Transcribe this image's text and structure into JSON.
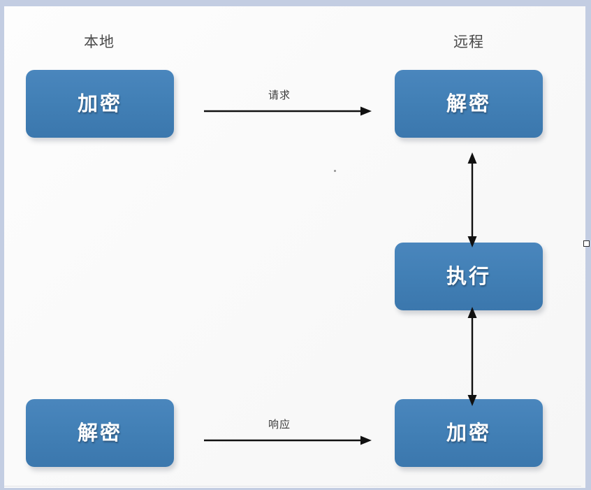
{
  "diagram": {
    "title_columns": [
      {
        "id": "local",
        "label": "本地"
      },
      {
        "id": "remote",
        "label": "远程"
      }
    ],
    "nodes": [
      {
        "id": "local-encrypt",
        "label": "加密",
        "column": "local",
        "row": "top"
      },
      {
        "id": "remote-decrypt",
        "label": "解密",
        "column": "remote",
        "row": "top"
      },
      {
        "id": "remote-execute",
        "label": "执行",
        "column": "remote",
        "row": "middle"
      },
      {
        "id": "local-decrypt",
        "label": "解密",
        "column": "local",
        "row": "bottom"
      },
      {
        "id": "remote-encrypt",
        "label": "加密",
        "column": "remote",
        "row": "bottom"
      }
    ],
    "edges": [
      {
        "id": "request",
        "label": "请求",
        "from": "local-encrypt",
        "to": "remote-decrypt",
        "direction": "one-way",
        "orientation": "horizontal"
      },
      {
        "id": "decrypt-execute",
        "label": "",
        "from": "remote-decrypt",
        "to": "remote-execute",
        "direction": "two-way",
        "orientation": "vertical"
      },
      {
        "id": "execute-encrypt",
        "label": "",
        "from": "remote-execute",
        "to": "remote-encrypt",
        "direction": "two-way",
        "orientation": "vertical"
      },
      {
        "id": "response",
        "label": "响应",
        "from": "local-decrypt",
        "to": "remote-encrypt",
        "direction": "one-way",
        "orientation": "horizontal"
      }
    ],
    "colors": {
      "node_fill": "#4280b6",
      "node_text": "#ffffff",
      "canvas_background": "#fafafa",
      "window_chrome": "#c3cde2",
      "connector": "#111111",
      "header_text": "#4a4a4a"
    }
  }
}
